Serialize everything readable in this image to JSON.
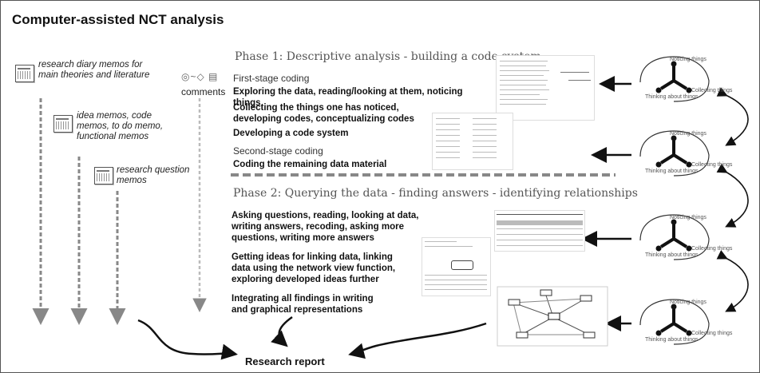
{
  "title": "Computer-assisted NCT analysis",
  "memos": {
    "research_diary": "research diary memos for main theories and literature",
    "idea_memos": "idea memos, code memos, to do memo, functional memos",
    "research_question": "research question memos",
    "comments": "comments"
  },
  "phase1": {
    "title": "Phase 1: Descriptive analysis - building a code system",
    "first_stage": "First-stage coding",
    "step1": "Exploring the data, reading/looking at them, noticing things",
    "step2": "Collecting the things one has noticed, developing codes, conceptualizing codes",
    "step3": "Developing a code system",
    "second_stage": "Second-stage coding",
    "step4": "Coding the remaining data material"
  },
  "phase2": {
    "title": "Phase 2: Querying the data - finding answers - identifying relationships",
    "step1": "Asking questions, reading, looking at data, writing answers, recoding, asking more questions, writing more answers",
    "step2": "Getting ideas for linking data, linking data using the network view function, exploring developed ideas further",
    "step3": "Integrating all findings in writing and graphical representations"
  },
  "cycle": {
    "noticing": "Noticing things",
    "collecting": "Collecting things",
    "thinking": "Thinking about things"
  },
  "report": "Research report"
}
